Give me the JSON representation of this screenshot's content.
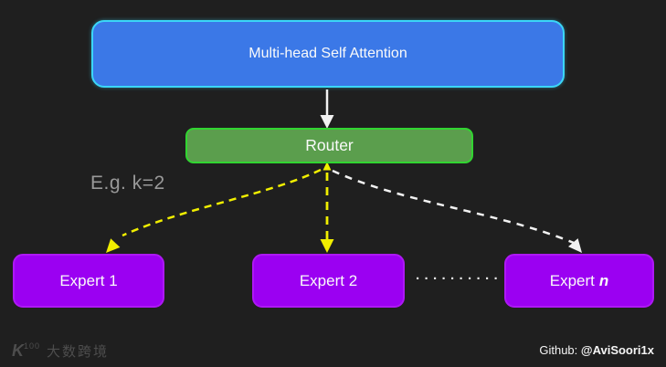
{
  "diagram": {
    "msa_box": {
      "label": "Multi-head Self Attention"
    },
    "router_box": {
      "label": "Router"
    },
    "k_annotation": "E.g. k=2",
    "experts": [
      {
        "label": "Expert 1"
      },
      {
        "label": "Expert 2"
      },
      {
        "label_prefix": "Expert",
        "label_var": "n"
      }
    ],
    "ellipsis_between_experts": "··········",
    "arrows": [
      {
        "name": "msa-to-router",
        "style": "solid",
        "color": "#f2f2f2"
      },
      {
        "name": "router-to-expert1",
        "style": "dashed",
        "color": "#f0ee00"
      },
      {
        "name": "router-to-expert2",
        "style": "dashed",
        "color": "#f0ee00"
      },
      {
        "name": "router-to-expertn",
        "style": "dashed",
        "color": "#f2f2f2"
      }
    ]
  },
  "footer": {
    "watermark": {
      "glyph": "K",
      "sup": "100",
      "text": "大数跨境"
    },
    "github_label": "Github: ",
    "github_handle": "@AviSoori1x"
  },
  "colors": {
    "background": "#1f1f1f",
    "msa_fill": "#3b78e7",
    "msa_border": "#3bd6f7",
    "router_fill": "#5b9e4d",
    "router_border": "#31d531",
    "expert_fill": "#9b00f2",
    "expert_border": "#ae18f5",
    "arrow_yellow": "#f0ee00",
    "arrow_white": "#f2f2f2",
    "dots": "#e8e8e8",
    "annotation_text": "#999999",
    "watermark_text": "#4d4d4d"
  }
}
